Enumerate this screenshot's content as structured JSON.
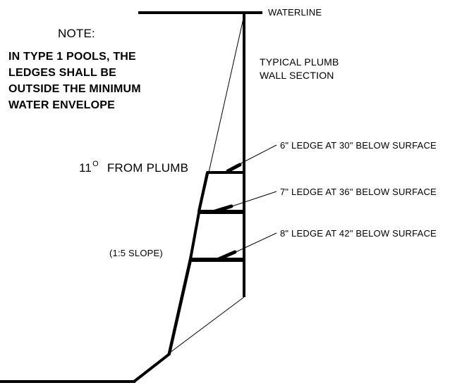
{
  "note": {
    "title": "NOTE:",
    "lines": [
      "IN TYPE 1 POOLS, THE",
      "LEDGES SHALL BE",
      "OUTSIDE THE MINIMUM",
      "WATER ENVELOPE"
    ]
  },
  "labels": {
    "waterline": "WATERLINE",
    "wall_section_line1": "TYPICAL PLUMB",
    "wall_section_line2": "WALL SECTION",
    "ledge_1": "6\" LEDGE AT 30\" BELOW SURFACE",
    "ledge_2": "7\" LEDGE AT 36\" BELOW SURFACE",
    "ledge_3": "8\" LEDGE AT 42\" BELOW SURFACE",
    "angle_value": "11",
    "angle_degree": "O",
    "angle_text": "FROM PLUMB",
    "slope": "(1:5 SLOPE)"
  },
  "colors": {
    "line": "#000000",
    "background": "#ffffff"
  }
}
